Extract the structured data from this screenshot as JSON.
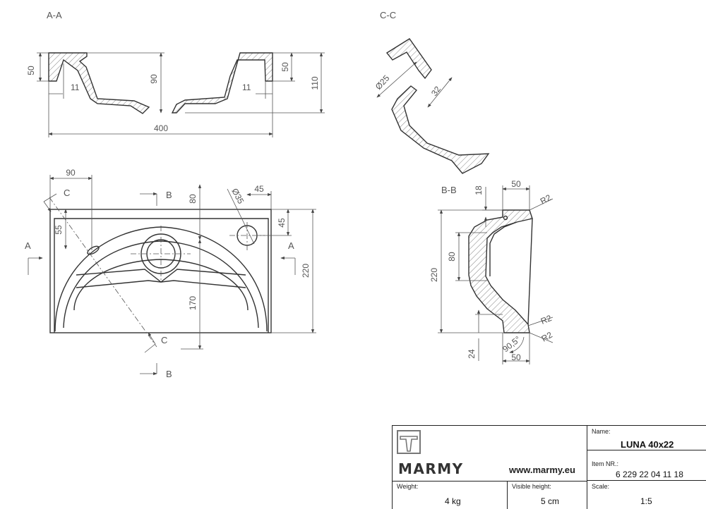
{
  "sections": {
    "aa": "A-A",
    "cc": "C-C",
    "bb": "B-B"
  },
  "cut_markers": {
    "a": "A",
    "b": "B",
    "c": "C"
  },
  "dimensions": {
    "aa_50_left": "50",
    "aa_11_left": "11",
    "aa_90": "90",
    "aa_11_right": "11",
    "aa_50_right": "50",
    "aa_110": "110",
    "aa_400": "400",
    "cc_25": "Ø25",
    "cc_32": "32",
    "top_90": "90",
    "top_80": "80",
    "top_35": "Ø35",
    "top_45h": "45",
    "top_55": "55",
    "top_45v": "45",
    "top_220": "220",
    "top_170": "170",
    "bb_18": "18",
    "bb_50_top": "50",
    "bb_r2_top": "R2",
    "bb_220": "220",
    "bb_80": "80",
    "bb_r2_a": "R2",
    "bb_r2_b": "R2",
    "bb_24": "24",
    "bb_angle": "90,5°",
    "bb_50_bottom": "50"
  },
  "title_block": {
    "brand": "MARMY",
    "website": "www.marmy.eu",
    "name_label": "Name:",
    "name_value": "LUNA 40x22",
    "item_label": "Item NR.:",
    "item_value": "6 229 22 04 11 18",
    "weight_label": "Weight:",
    "weight_value": "4 kg",
    "visible_height_label": "Visible height:",
    "visible_height_value": "5 cm",
    "scale_label": "Scale:",
    "scale_value": "1:5"
  }
}
